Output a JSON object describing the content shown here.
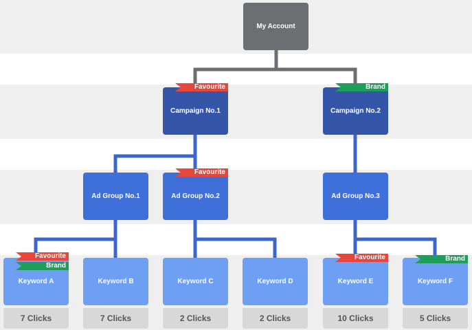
{
  "nodes": {
    "root": "My Account",
    "campaigns": [
      "Campaign No.1",
      "Campaign No.2"
    ],
    "adgroups": [
      "Ad Group No.1",
      "Ad Group No.2",
      "Ad Group No.3"
    ],
    "keywords": [
      {
        "label": "Keyword A",
        "clicks": "7 Clicks"
      },
      {
        "label": "Keyword B",
        "clicks": "7 Clicks"
      },
      {
        "label": "Keyword C",
        "clicks": "2 Clicks"
      },
      {
        "label": "Keyword D",
        "clicks": "2 Clicks"
      },
      {
        "label": "Keyword E",
        "clicks": "10 Clicks"
      },
      {
        "label": "Keyword F",
        "clicks": "5 Clicks"
      }
    ]
  },
  "tags": {
    "favourite": "Favourite",
    "brand": "Brand"
  },
  "colors": {
    "root": "#6d6e71",
    "campaign": "#3556a8",
    "adgroup": "#3f6fd8",
    "keyword": "#6f9ff2",
    "connector_root": "#6d6e71",
    "connector_blue": "#3d66cc",
    "favourite_tag": "#e8453c",
    "brand_tag": "#1f9d5b",
    "band": "#efefef"
  }
}
